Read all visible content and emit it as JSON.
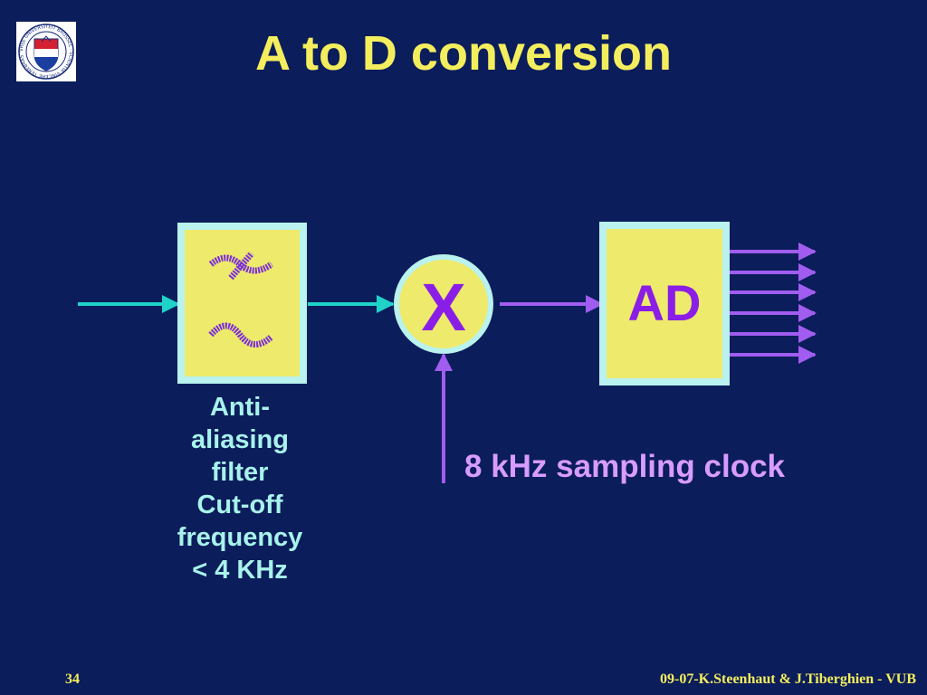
{
  "title": "A to D conversion",
  "filter": {
    "label_lines": [
      "Anti-",
      "aliasing",
      "filter",
      "Cut-off",
      "frequency",
      "< 4 KHz"
    ]
  },
  "mixer": {
    "symbol": "X"
  },
  "converter": {
    "label": "AD"
  },
  "clock_label": "8 kHz sampling clock",
  "footer": {
    "page_number": "34",
    "credit": "09-07-K.Steenhaut & J.Tiberghien - VUB"
  },
  "logo": {
    "ring_text": "VRIJE UNIVERSITEIT BRUSSEL · SCIENTIA VINCERE TENEBRAS"
  },
  "colors": {
    "background": "#0b1d5a",
    "title": "#f4ee5e",
    "block_fill": "#eeea6c",
    "block_border": "#b9f2ee",
    "cyan_arrow": "#1fd3c8",
    "purple": "#a15cf0",
    "ad_text": "#8a1ee6",
    "filter_label": "#a8f2ec",
    "clock_label": "#d89cff"
  },
  "icons": [
    "vub-logo-icon",
    "lowpass-filter-symbol-icon",
    "sine-wave-icon"
  ]
}
